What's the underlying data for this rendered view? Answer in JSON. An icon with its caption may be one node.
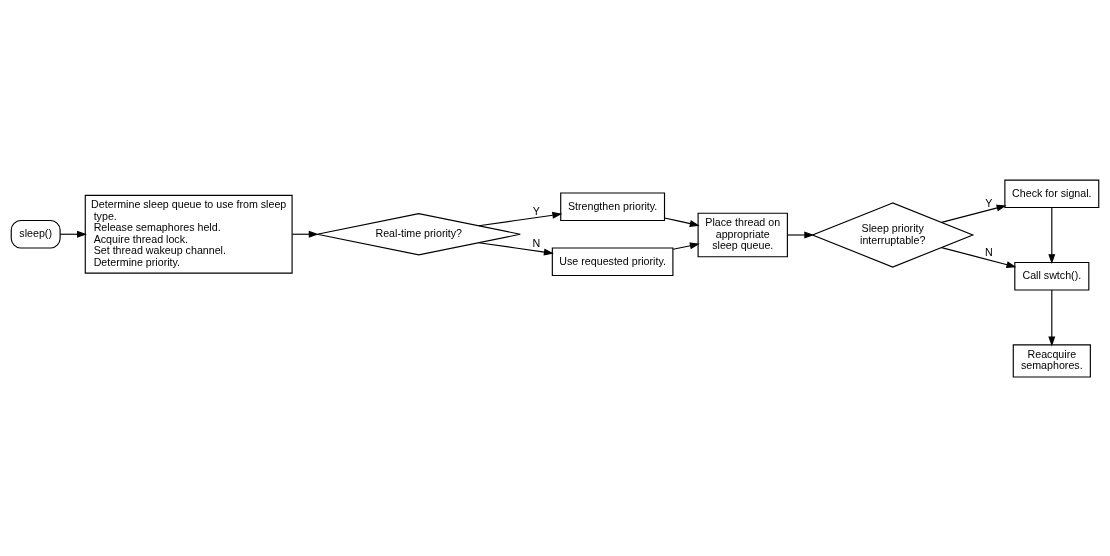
{
  "diagram": {
    "nodes": [
      {
        "text": [
          "sleep()"
        ]
      },
      {
        "text": [
          "Determine sleep queue to use from sleep type.",
          "Release semaphores held.",
          "Acquire thread lock.",
          "Set thread wakeup channel.",
          "Determine priority."
        ]
      },
      {
        "text": [
          "Real-time priority?"
        ]
      },
      {
        "text": [
          "Strengthen priority."
        ]
      },
      {
        "text": [
          "Use requested priority."
        ]
      },
      {
        "text": [
          "Place thread on appropriate sleep queue."
        ]
      },
      {
        "text": [
          "Sleep priority interruptable?"
        ]
      },
      {
        "text": [
          "Check for signal."
        ]
      },
      {
        "text": [
          "Call swtch()."
        ]
      },
      {
        "text": [
          "Reacquire semaphores."
        ]
      }
    ],
    "edges": [
      {
        "from": 0,
        "to": 1,
        "arrow": "to"
      },
      {
        "from": 1,
        "to": 2,
        "arrow": "to"
      },
      {
        "from": 2,
        "to": 3,
        "arrow": "to",
        "label": "Y"
      },
      {
        "from": 2,
        "to": 4,
        "arrow": "to",
        "label": "N"
      },
      {
        "from": 3,
        "to": 5,
        "arrow": "to"
      },
      {
        "from": 4,
        "to": 5,
        "arrow": "to"
      },
      {
        "from": 5,
        "to": 6,
        "arrow": "to"
      },
      {
        "from": 6,
        "to": 7,
        "arrow": "to",
        "label": "Y"
      },
      {
        "from": 6,
        "to": 8,
        "arrow": "to",
        "label": "N"
      },
      {
        "from": 7,
        "to": 8,
        "arrow": "to"
      },
      {
        "from": 8,
        "to": 9,
        "arrow": "to"
      }
    ]
  }
}
